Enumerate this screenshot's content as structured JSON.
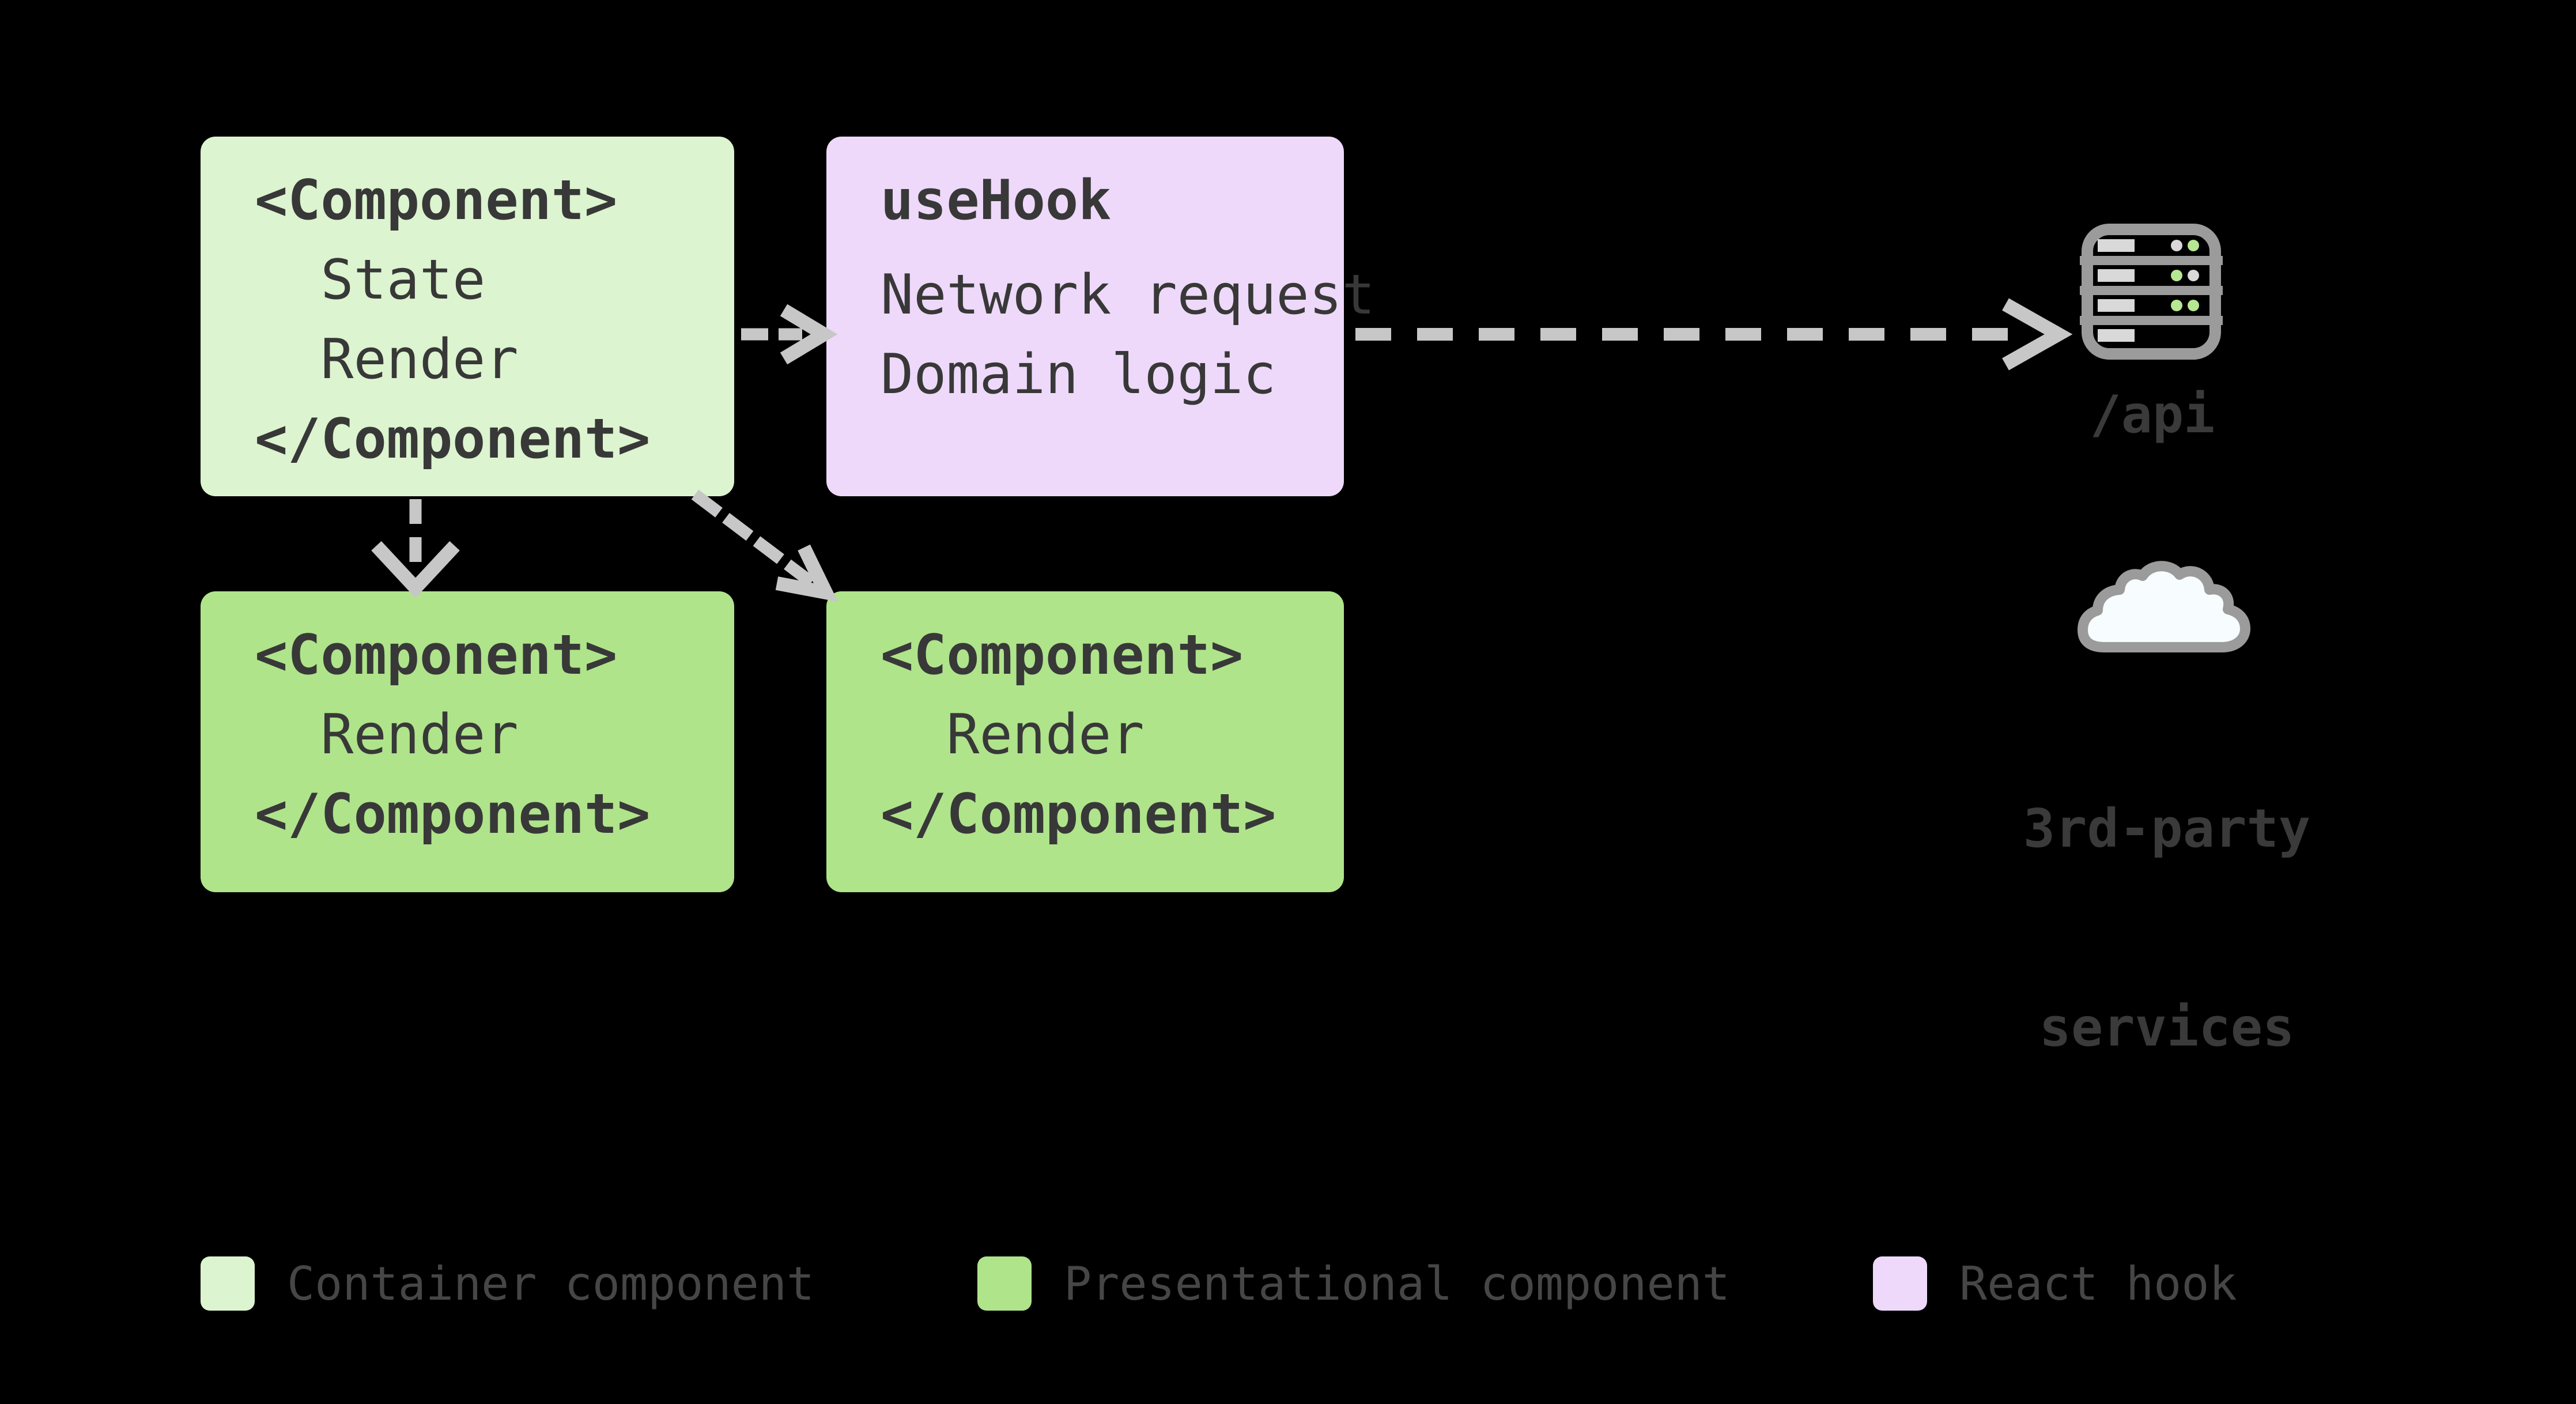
{
  "diagram": {
    "background": "#000000",
    "box_text_color": "#383838",
    "endpoint_text_color": "#3a3a3a",
    "legend_text_color": "#464646",
    "arrow_color": "#c7c7c7",
    "icon_stroke_color": "#9b9b9b",
    "icon_led_green": "#b7e792",
    "icon_led_gray": "#d9d9d9",
    "cloud_fill": "#f7fcff"
  },
  "boxes": {
    "container": {
      "fill": "#dcf4cf",
      "line_open": "<Component>",
      "line_state": "  State",
      "line_render": "  Render",
      "line_close": "</Component>"
    },
    "hook": {
      "fill": "#eed9fa",
      "title": "useHook",
      "line_network": "Network request",
      "line_domain": "Domain logic"
    },
    "presentational_left": {
      "fill": "#afe48b",
      "line_open": "<Component>",
      "line_render": "  Render",
      "line_close": "</Component>"
    },
    "presentational_right": {
      "fill": "#afe48b",
      "line_open": "<Component>",
      "line_render": "  Render",
      "line_close": "</Component>"
    }
  },
  "endpoints": {
    "api": {
      "label": "/api"
    },
    "third_party": {
      "line1": "3rd-party",
      "line2": "services"
    }
  },
  "legend": {
    "items": [
      {
        "label": "Container component",
        "color": "#dcf4cf"
      },
      {
        "label": "Presentational component",
        "color": "#afe48b"
      },
      {
        "label": "React hook",
        "color": "#eed9fa"
      }
    ]
  }
}
